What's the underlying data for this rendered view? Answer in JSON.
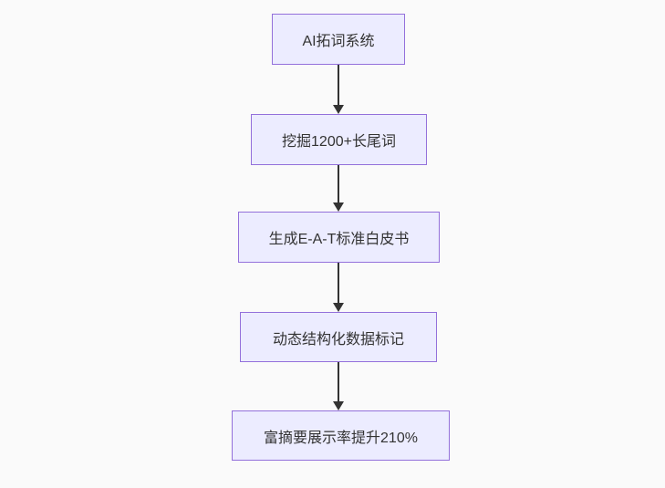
{
  "diagram": {
    "type": "flowchart-top-down",
    "nodes": [
      {
        "label": "AI拓词系统"
      },
      {
        "label": "挖掘1200+长尾词"
      },
      {
        "label": "生成E-A-T标准白皮书"
      },
      {
        "label": "动态结构化数据标记"
      },
      {
        "label": "富摘要展示率提升210%"
      }
    ],
    "edges": [
      {
        "from": 0,
        "to": 1,
        "style": "arrow-down"
      },
      {
        "from": 1,
        "to": 2,
        "style": "arrow-down"
      },
      {
        "from": 2,
        "to": 3,
        "style": "arrow-down"
      },
      {
        "from": 3,
        "to": 4,
        "style": "arrow-down"
      }
    ],
    "colors": {
      "background": "#fafafa",
      "node_fill": "#ECECFF",
      "node_border": "#9370DB",
      "arrow": "#333333",
      "text": "#333333"
    }
  }
}
